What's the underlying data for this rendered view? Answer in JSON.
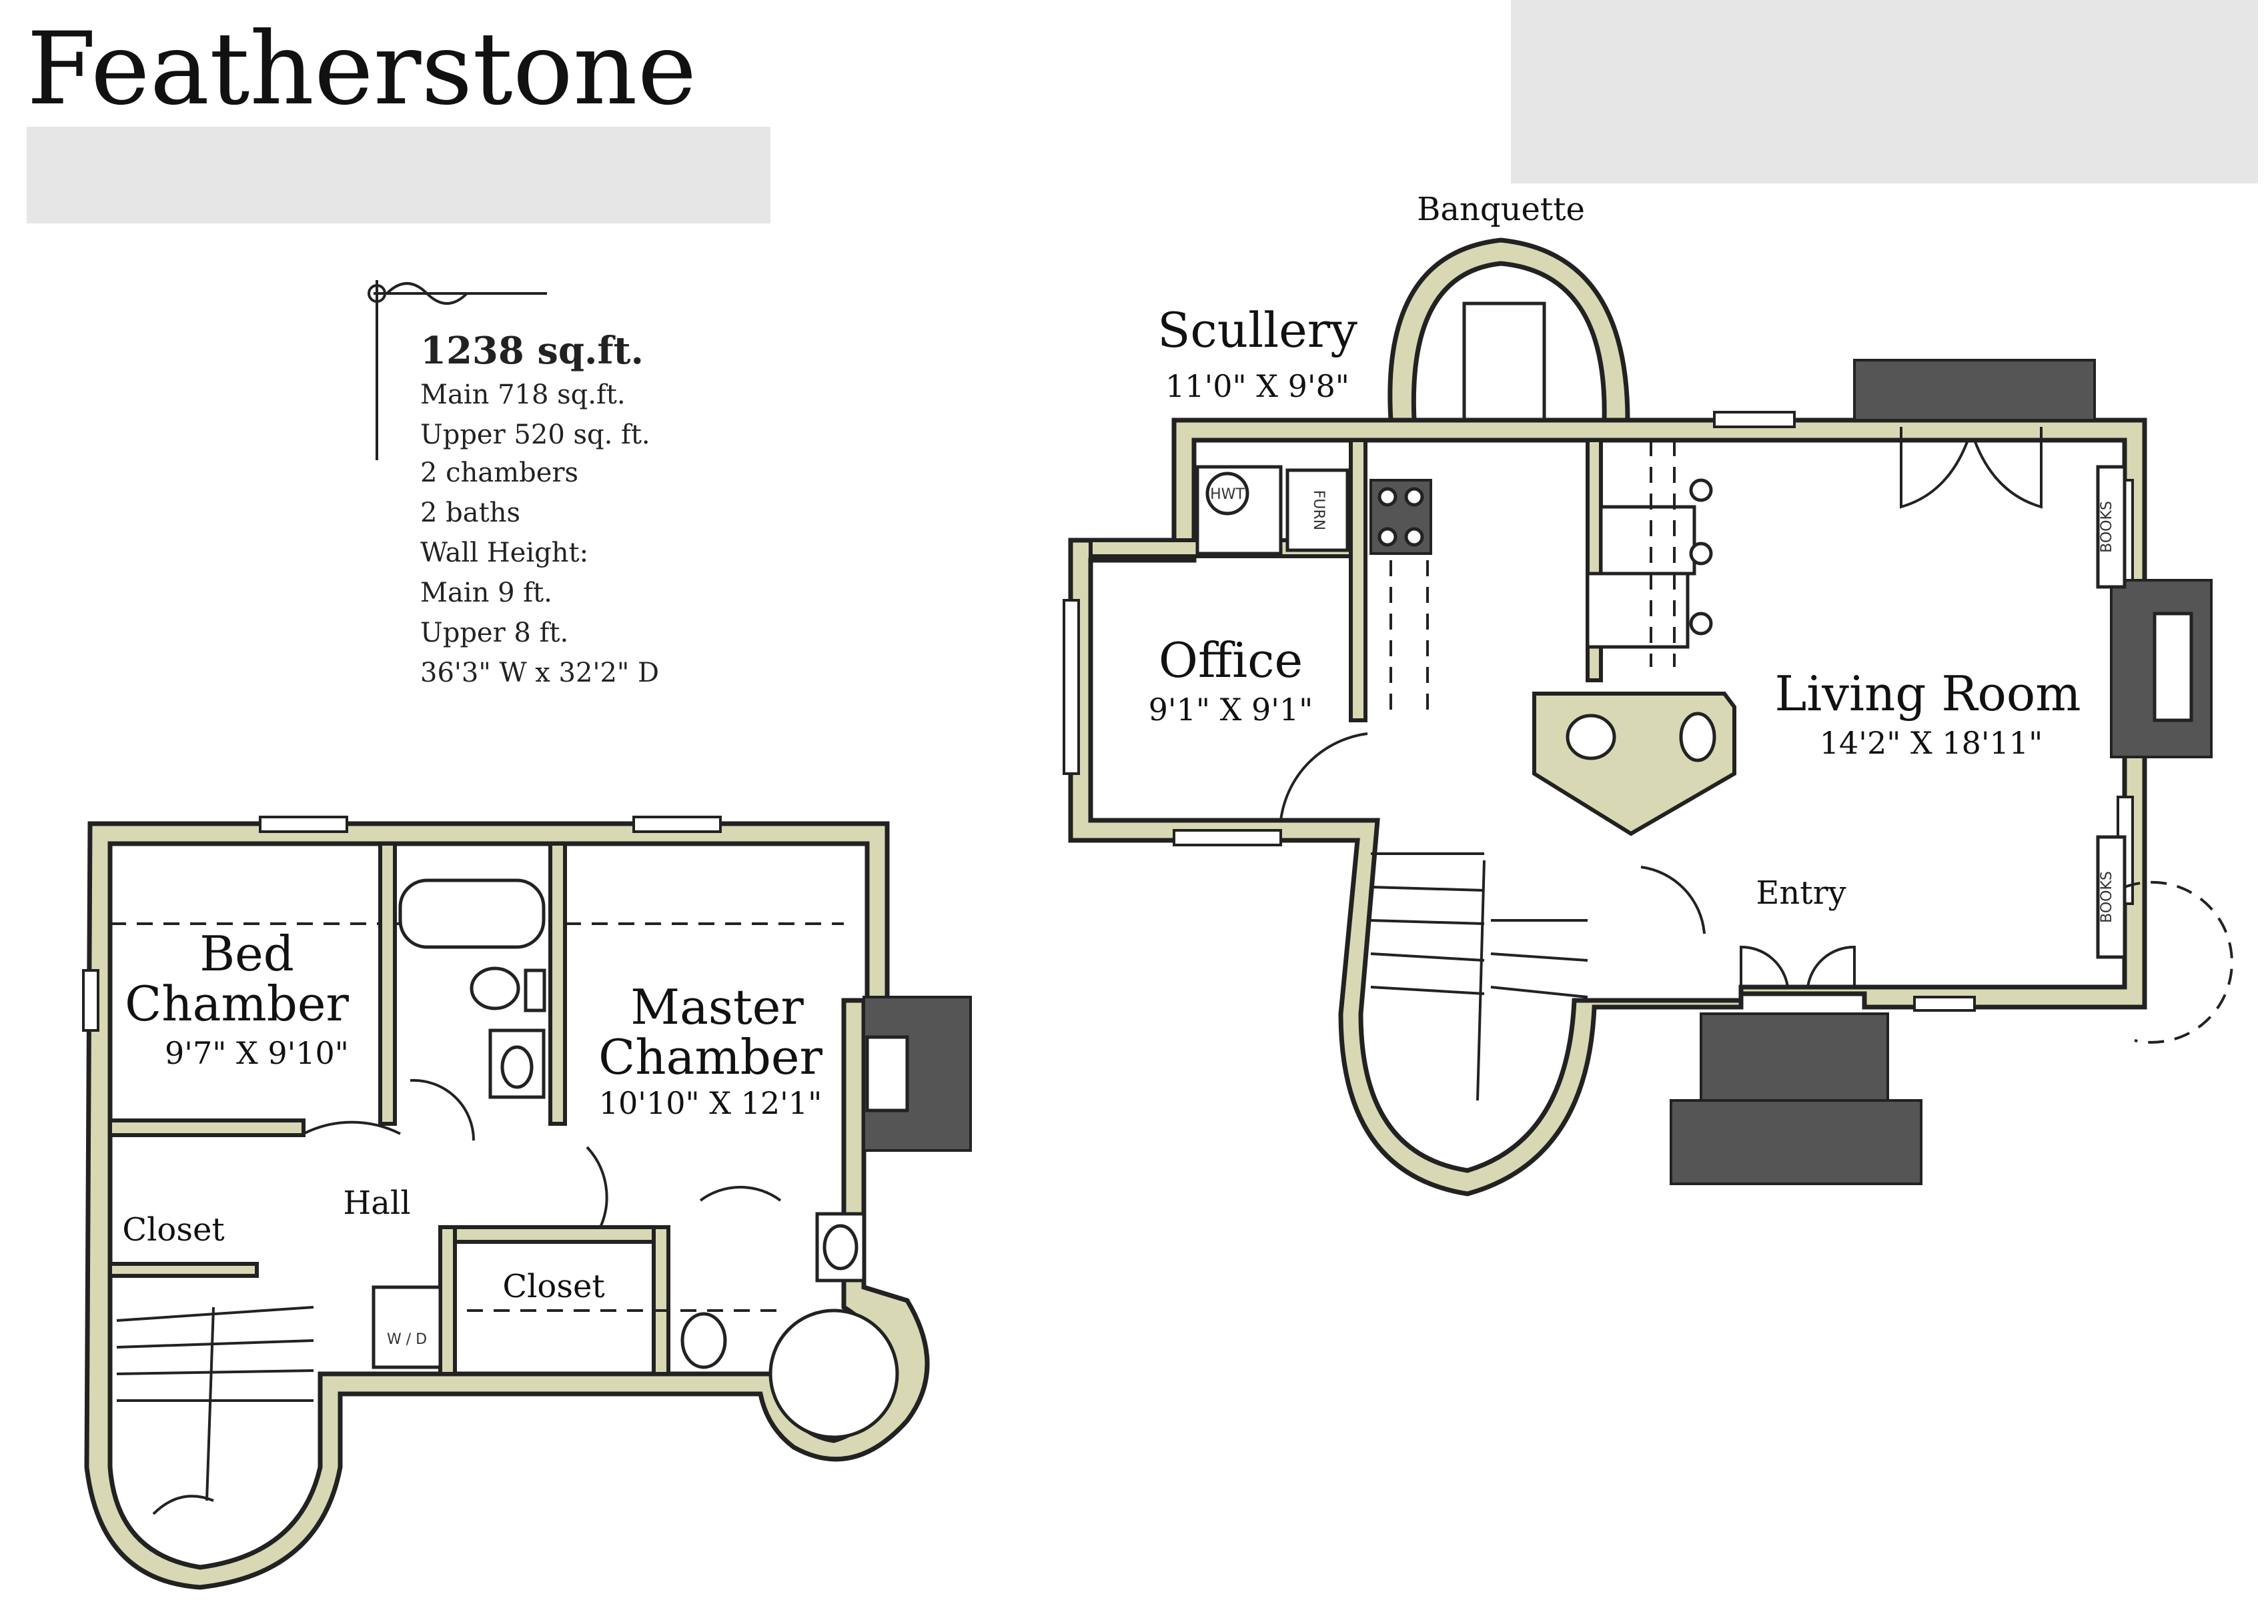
{
  "title": "Featherstone",
  "stats": {
    "total": "1238 sq.ft.",
    "lines": [
      "Main 718 sq.ft.",
      "Upper 520 sq. ft.",
      "2 chambers",
      "2   baths",
      "Wall Height:",
      "Main 9 ft.",
      "Upper 8 ft.",
      "36'3\" W x 32'2\" D"
    ]
  },
  "upper_floor": {
    "bed_chamber": {
      "name_line1": "Bed",
      "name_line2": "Chamber",
      "dims": "9'7\" X 9'10\""
    },
    "master_chamber": {
      "name_line1": "Master",
      "name_line2": "Chamber",
      "dims": "10'10\" X 12'1\""
    },
    "hall": "Hall",
    "closet_left": "Closet",
    "closet_center": "Closet",
    "laundry": "W / D"
  },
  "main_floor": {
    "banquette": "Banquette",
    "scullery": {
      "name": "Scullery",
      "dims": "11'0\" X 9'8\""
    },
    "office": {
      "name": "Office",
      "dims": "9'1\" X 9'1\""
    },
    "living_room": {
      "name": "Living Room",
      "dims": "14'2\" X 18'11\""
    },
    "entry": "Entry",
    "books_top": "BOOKS",
    "books_bottom": "BOOKS",
    "hwt": "HWT",
    "furn": "FURN"
  }
}
